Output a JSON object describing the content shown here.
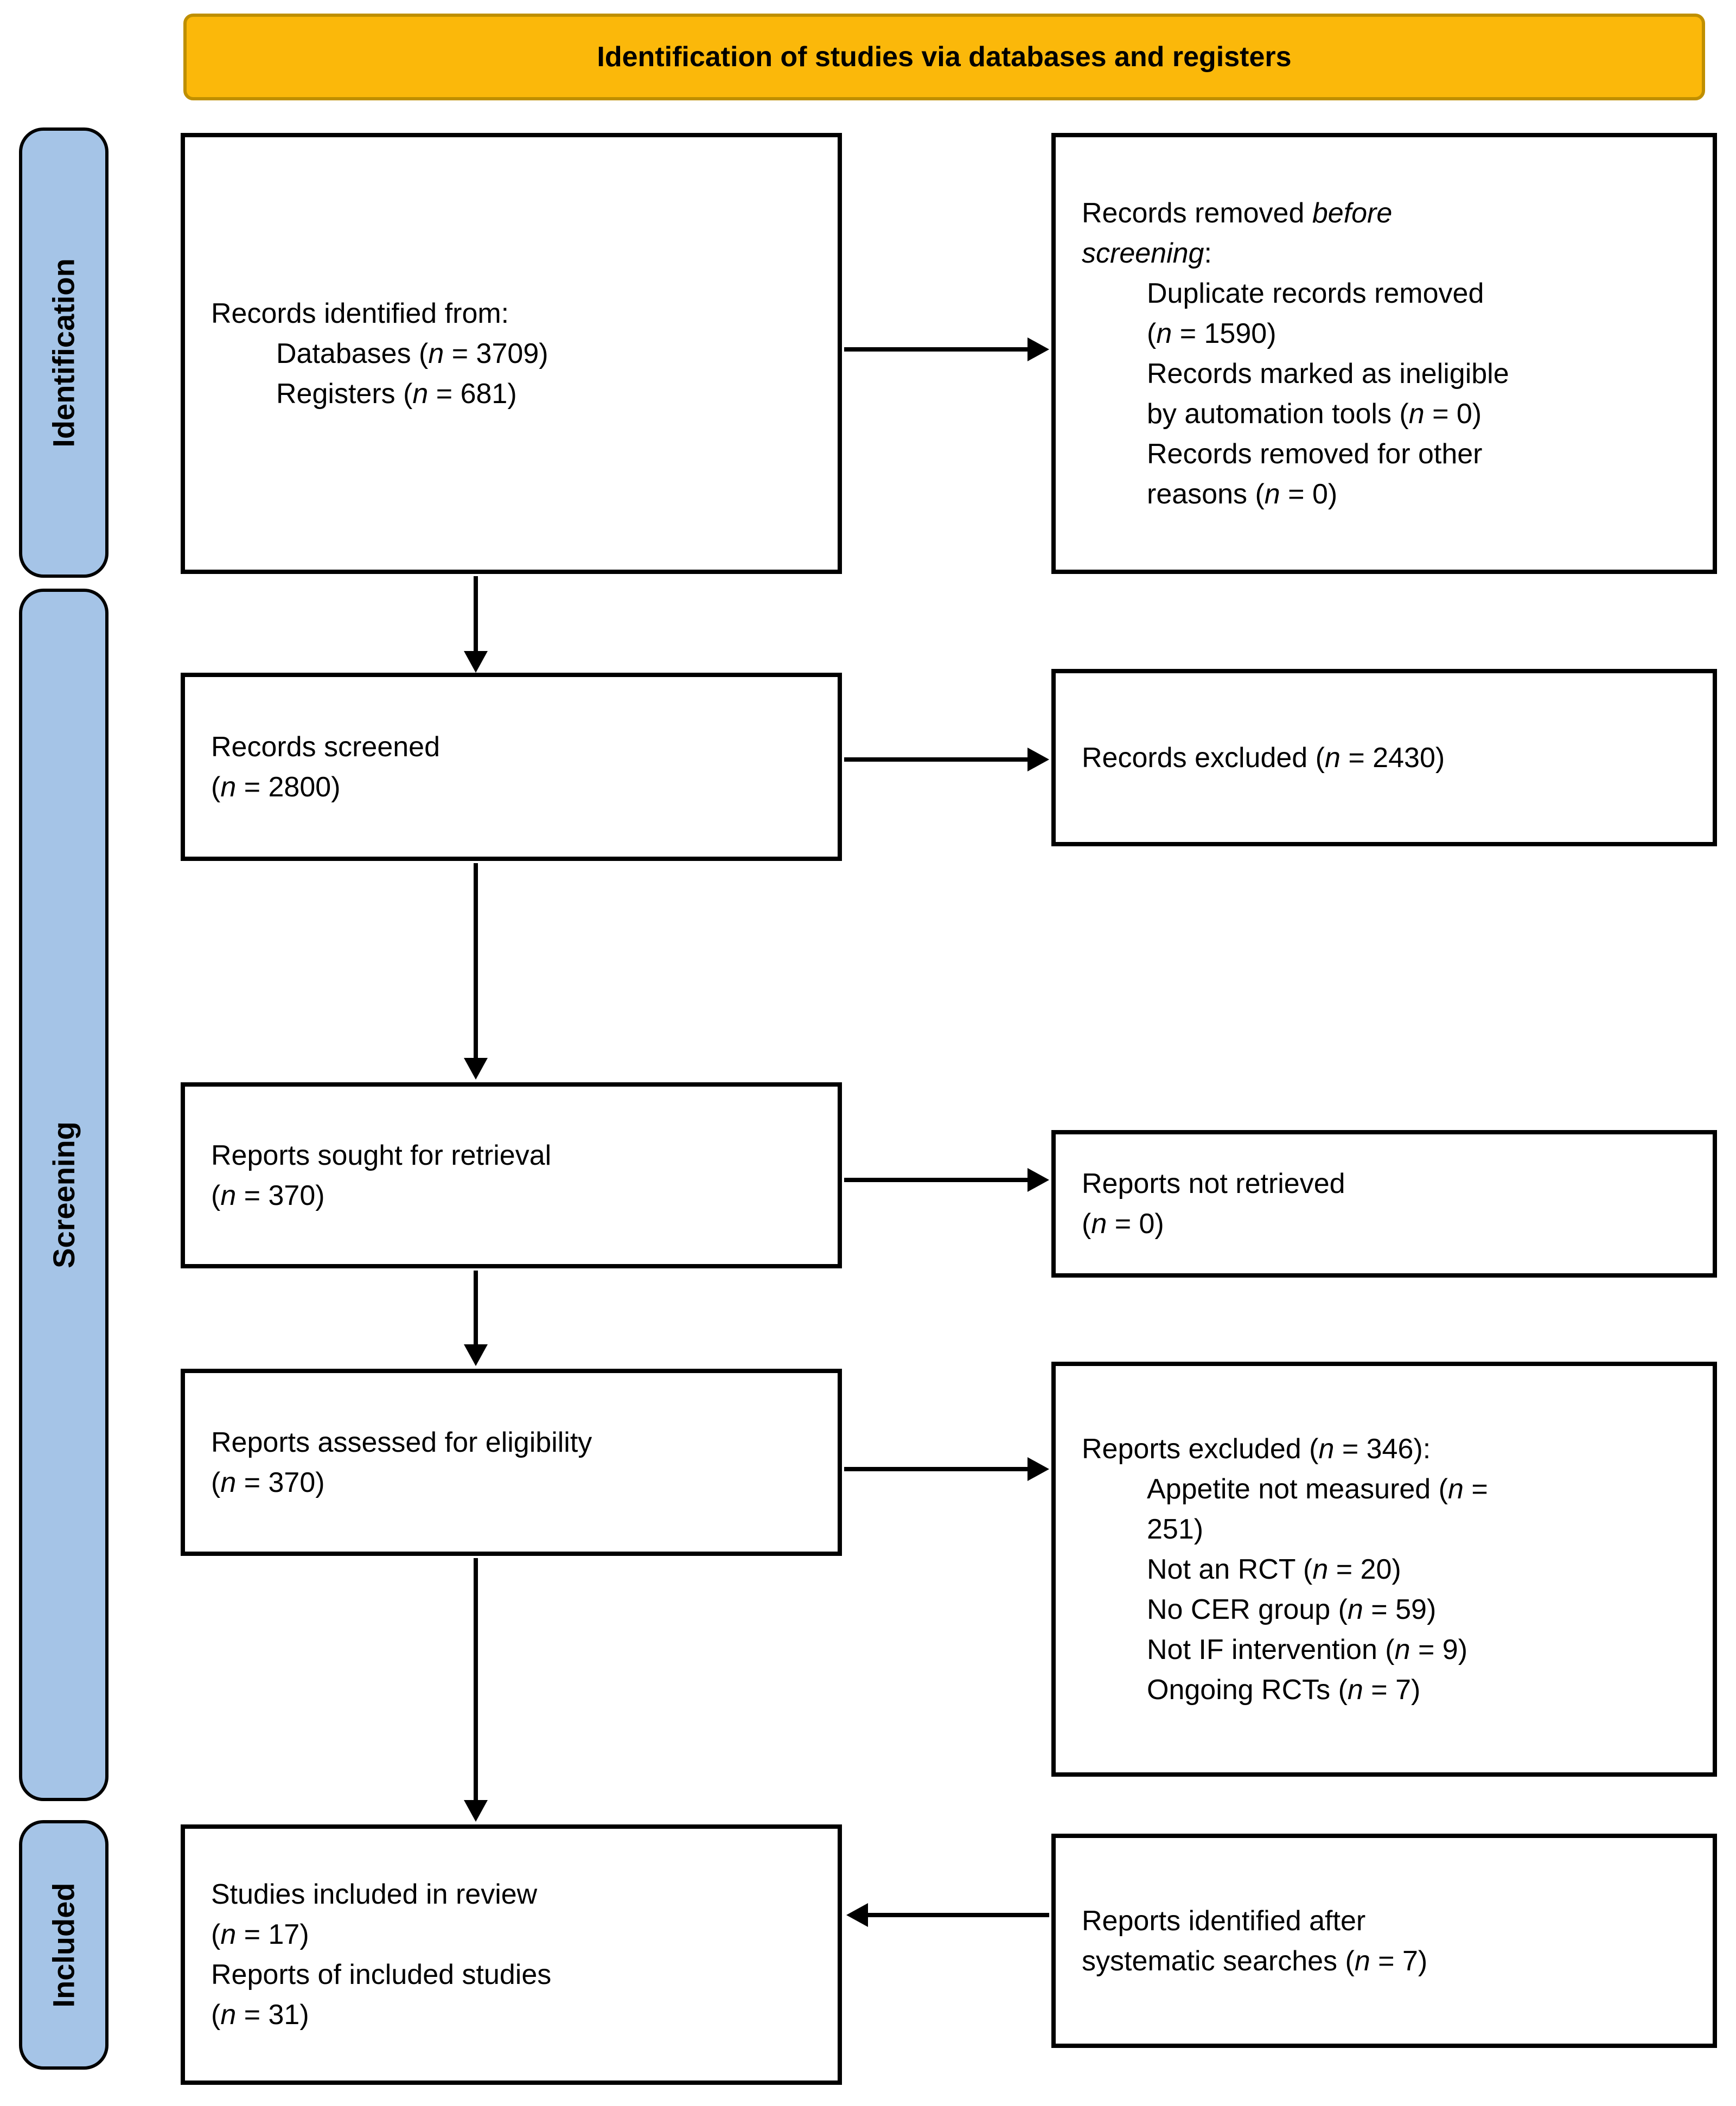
{
  "banner": {
    "label": "Identification of studies via databases and registers",
    "fill": "#FBB80A",
    "border": "#BF8F00"
  },
  "colors": {
    "stage_fill": "#A5C4E7",
    "stage_border": "#000000",
    "box_border": "#000000",
    "arrow": "#000000"
  },
  "stages": [
    {
      "label": "Identification"
    },
    {
      "label": "Screening"
    },
    {
      "label": "Included"
    }
  ],
  "boxes": {
    "records_identified": {
      "lines": [
        {
          "indent": 0,
          "segs": [
            {
              "t": "Records identified from:"
            }
          ]
        },
        {
          "indent": 1,
          "segs": [
            {
              "t": "Databases ("
            },
            {
              "t": "n",
              "i": true
            },
            {
              "t": " = 3709)"
            }
          ]
        },
        {
          "indent": 1,
          "segs": [
            {
              "t": "Registers ("
            },
            {
              "t": "n",
              "i": true
            },
            {
              "t": " = 681)"
            }
          ]
        }
      ]
    },
    "records_removed": {
      "lines": [
        {
          "indent": 0,
          "segs": [
            {
              "t": "Records removed "
            },
            {
              "t": "before",
              "i": true
            }
          ]
        },
        {
          "indent": 0,
          "segs": [
            {
              "t": "screening",
              "i": true
            },
            {
              "t": ":"
            }
          ]
        },
        {
          "indent": 1,
          "segs": [
            {
              "t": "Duplicate records removed"
            }
          ]
        },
        {
          "indent": 1,
          "segs": [
            {
              "t": "("
            },
            {
              "t": "n",
              "i": true
            },
            {
              "t": " = 1590)"
            }
          ]
        },
        {
          "indent": 1,
          "segs": [
            {
              "t": "Records marked as ineligible"
            }
          ]
        },
        {
          "indent": 1,
          "segs": [
            {
              "t": "by automation tools ("
            },
            {
              "t": "n",
              "i": true
            },
            {
              "t": " = 0)"
            }
          ]
        },
        {
          "indent": 1,
          "segs": [
            {
              "t": "Records removed for other"
            }
          ]
        },
        {
          "indent": 1,
          "segs": [
            {
              "t": "reasons ("
            },
            {
              "t": "n",
              "i": true
            },
            {
              "t": " = 0)"
            }
          ]
        }
      ]
    },
    "records_screened": {
      "lines": [
        {
          "indent": 0,
          "segs": [
            {
              "t": "Records screened"
            }
          ]
        },
        {
          "indent": 0,
          "segs": [
            {
              "t": "("
            },
            {
              "t": "n",
              "i": true
            },
            {
              "t": " = 2800)"
            }
          ]
        }
      ]
    },
    "records_excluded": {
      "lines": [
        {
          "indent": 0,
          "segs": [
            {
              "t": "Records excluded ("
            },
            {
              "t": "n",
              "i": true
            },
            {
              "t": " = 2430)"
            }
          ]
        }
      ]
    },
    "reports_sought": {
      "lines": [
        {
          "indent": 0,
          "segs": [
            {
              "t": "Reports sought for retrieval"
            }
          ]
        },
        {
          "indent": 0,
          "segs": [
            {
              "t": "("
            },
            {
              "t": "n",
              "i": true
            },
            {
              "t": " = 370)"
            }
          ]
        }
      ]
    },
    "reports_not_retrieved": {
      "lines": [
        {
          "indent": 0,
          "segs": [
            {
              "t": "Reports not retrieved"
            }
          ]
        },
        {
          "indent": 0,
          "segs": [
            {
              "t": "("
            },
            {
              "t": "n",
              "i": true
            },
            {
              "t": " = 0)"
            }
          ]
        }
      ]
    },
    "reports_assessed": {
      "lines": [
        {
          "indent": 0,
          "segs": [
            {
              "t": "Reports assessed for eligibility"
            }
          ]
        },
        {
          "indent": 0,
          "segs": [
            {
              "t": "("
            },
            {
              "t": "n",
              "i": true
            },
            {
              "t": " = 370)"
            }
          ]
        }
      ]
    },
    "reports_excluded": {
      "lines": [
        {
          "indent": 0,
          "segs": [
            {
              "t": "Reports excluded ("
            },
            {
              "t": "n",
              "i": true
            },
            {
              "t": " = 346):"
            }
          ]
        },
        {
          "indent": 1,
          "segs": [
            {
              "t": "Appetite not measured ("
            },
            {
              "t": "n",
              "i": true
            },
            {
              "t": " ="
            }
          ]
        },
        {
          "indent": 1,
          "segs": [
            {
              "t": "251)"
            }
          ]
        },
        {
          "indent": 1,
          "segs": [
            {
              "t": "Not an RCT ("
            },
            {
              "t": "n",
              "i": true
            },
            {
              "t": " = 20)"
            }
          ]
        },
        {
          "indent": 1,
          "segs": [
            {
              "t": "No CER group ("
            },
            {
              "t": "n",
              "i": true
            },
            {
              "t": " = 59)"
            }
          ]
        },
        {
          "indent": 1,
          "segs": [
            {
              "t": "Not IF intervention ("
            },
            {
              "t": "n",
              "i": true
            },
            {
              "t": " = 9)"
            }
          ]
        },
        {
          "indent": 1,
          "segs": [
            {
              "t": "Ongoing RCTs ("
            },
            {
              "t": "n",
              "i": true
            },
            {
              "t": " = 7)"
            }
          ]
        }
      ]
    },
    "studies_included": {
      "lines": [
        {
          "indent": 0,
          "segs": [
            {
              "t": "Studies included in review"
            }
          ]
        },
        {
          "indent": 0,
          "segs": [
            {
              "t": "("
            },
            {
              "t": "n",
              "i": true
            },
            {
              "t": " = 17)"
            }
          ]
        },
        {
          "indent": 0,
          "segs": [
            {
              "t": "Reports of included studies"
            }
          ]
        },
        {
          "indent": 0,
          "segs": [
            {
              "t": "("
            },
            {
              "t": "n",
              "i": true
            },
            {
              "t": " = 31)"
            }
          ]
        }
      ]
    },
    "reports_identified_after": {
      "lines": [
        {
          "indent": 0,
          "segs": [
            {
              "t": "Reports identified after"
            }
          ]
        },
        {
          "indent": 0,
          "segs": [
            {
              "t": "systematic searches ("
            },
            {
              "t": "n",
              "i": true
            },
            {
              "t": " = 7)"
            }
          ]
        }
      ]
    }
  }
}
